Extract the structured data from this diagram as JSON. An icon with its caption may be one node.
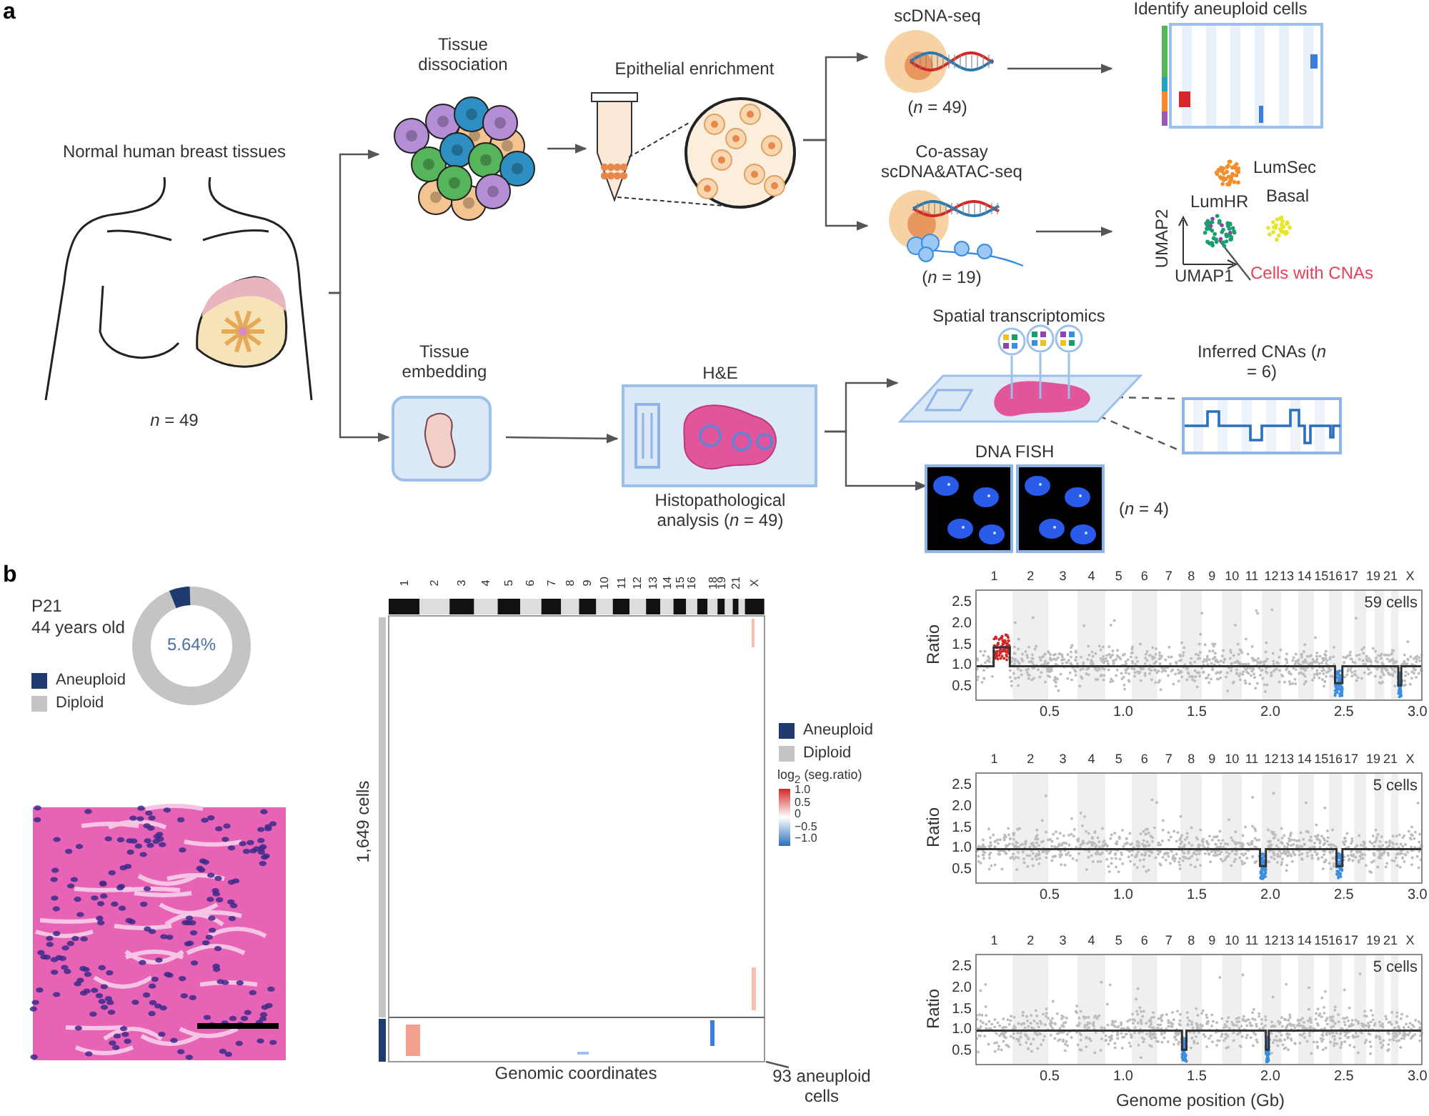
{
  "diagram": {
    "nodes": [
      {
        "text": [
          "Normal human breast tissues"
        ],
        "beside": [
          "*n* = 49"
        ]
      },
      {
        "text": [
          "Tissue dissociation"
        ]
      },
      {
        "text": [
          "Epithelial enrichment"
        ]
      },
      {
        "text": [
          "scDNA-seq"
        ],
        "beside": [
          "(*n* = 49)"
        ]
      },
      {
        "text": [
          "Co-assay scDNA&ATAC-seq"
        ],
        "beside": [
          "(*n* = 19)"
        ]
      },
      {
        "text": [
          "Identify aneuploid cells"
        ]
      },
      {
        "text": [
          "LumSec",
          "LumHR",
          "Basal",
          "UMAP2",
          "UMAP1"
        ]
      },
      {
        "text": [
          "Cells with CNAs"
        ]
      },
      {
        "text": [
          "Tissue embedding"
        ]
      },
      {
        "text": [
          "H&E",
          "Histopathological analysis (*n* = 49)"
        ]
      },
      {
        "text": [
          "Spatial transcriptomics"
        ]
      },
      {
        "text": [
          "Inferred CNAs (*n* = 6)"
        ]
      },
      {
        "text": [
          "DNA FISH"
        ],
        "beside": [
          "(*n* = 4)"
        ]
      },
      {
        "text": [
          "93 aneuploid cells"
        ]
      }
    ],
    "edges": [
      {
        "from": 0,
        "to": 1,
        "arrow": "to"
      },
      {
        "from": 0,
        "to": 8,
        "arrow": "to"
      },
      {
        "from": 1,
        "to": 2,
        "arrow": "to"
      },
      {
        "from": 2,
        "to": 3,
        "arrow": "to"
      },
      {
        "from": 2,
        "to": 4,
        "arrow": "to"
      },
      {
        "from": 3,
        "to": 5,
        "arrow": "to"
      },
      {
        "from": 4,
        "to": 6,
        "arrow": "to"
      },
      {
        "from": 8,
        "to": 9,
        "arrow": "to"
      },
      {
        "from": 9,
        "to": 10,
        "arrow": "to"
      },
      {
        "from": 9,
        "to": 12,
        "arrow": "to"
      },
      {
        "from": 10,
        "to": 11,
        "arrow": "none",
        "style": "dashed"
      },
      {
        "from": 7,
        "to": 6,
        "arrow": "none"
      },
      {
        "from": 13,
        "to": null,
        "arrow": "none"
      }
    ],
    "labels": [
      "a",
      "b",
      "P21",
      "44 years old",
      "5.64%",
      "1",
      "2",
      "3",
      "4",
      "5",
      "6",
      "7",
      "8",
      "9",
      "10",
      "11",
      "12",
      "13",
      "14",
      "15",
      "16",
      "18",
      "19",
      "21",
      "X",
      "1,649 cells",
      "log$_{2}$ (seg.ratio)",
      "1.0",
      "0.5",
      "0",
      "−0.5",
      "−1.0",
      "Genomic coordinates",
      "1",
      "2",
      "3",
      "4",
      "5",
      "6",
      "7",
      "8",
      "9",
      "10",
      "11",
      "12",
      "13",
      "14",
      "15",
      "16",
      "17",
      "19",
      "21",
      "X",
      "59 cells",
      "Ratio",
      "2.5",
      "2.0",
      "1.5",
      "1.0",
      "0.5",
      "0.5",
      "1.0",
      "1.5",
      "2.0",
      "2.5",
      "3.0",
      "1",
      "2",
      "3",
      "4",
      "5",
      "6",
      "7",
      "8",
      "9",
      "10",
      "11",
      "12",
      "13",
      "14",
      "15",
      "16",
      "17",
      "19",
      "21",
      "X",
      "5 cells",
      "Ratio",
      "2.5",
      "2.0",
      "1.5",
      "1.0",
      "0.5",
      "0.5",
      "1.0",
      "1.5",
      "2.0",
      "2.5",
      "3.0",
      "1",
      "2",
      "3",
      "4",
      "5",
      "6",
      "7",
      "8",
      "9",
      "10",
      "11",
      "12",
      "13",
      "14",
      "15",
      "16",
      "17",
      "19",
      "21",
      "X",
      "5 cells",
      "Ratio",
      "2.5",
      "2.0",
      "1.5",
      "1.0",
      "0.5",
      "0.5",
      "1.0",
      "1.5",
      "2.0",
      "2.5",
      "3.0",
      "Genome position (Gb)"
    ],
    "legend": [
      {
        "text": "Aneuploid",
        "color": "#1f3a6e"
      },
      {
        "text": "Diploid",
        "color": "#c4c4c4"
      },
      {
        "text": "Aneuploid",
        "color": "#1f3a6e"
      },
      {
        "text": "Diploid",
        "color": "#c4c4c4"
      }
    ]
  }
}
